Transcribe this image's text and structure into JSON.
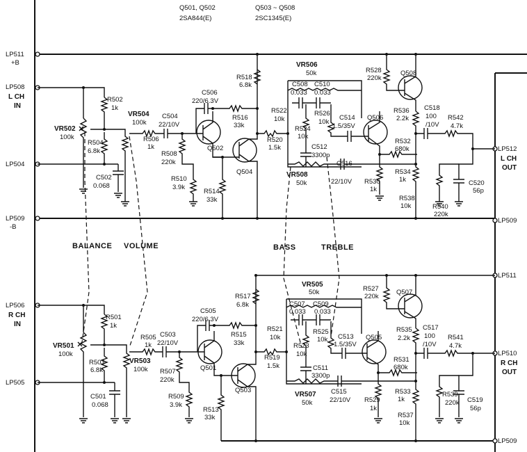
{
  "header": {
    "transistors_1": "Q501, Q502",
    "type_1": "2SA844(E)",
    "transistors_2": "Q503 ~ Q508",
    "type_2": "2SC1345(E)"
  },
  "terminals": {
    "lp511": "LP511",
    "plus_b": "+B",
    "lp508": "LP508",
    "l_ch": "L CH",
    "in": "IN",
    "lp504": "LP504",
    "lp509": "LP509",
    "minus_b": "-B",
    "lp506": "LP506",
    "r_ch": "R CH",
    "lp505": "LP505",
    "lp512": "LP512",
    "out": "OUT",
    "lp510": "LP510"
  },
  "sections": {
    "balance": "BALANCE",
    "volume": "VOLUME",
    "bass": "BASS",
    "treble": "TREBLE"
  },
  "left_components": {
    "r502": {
      "ref": "R502",
      "value": "1k"
    },
    "vr502": {
      "ref": "VR502",
      "value": "100k"
    },
    "vr504": {
      "ref": "VR504",
      "value": "100k"
    },
    "r504": {
      "ref": "R504",
      "value": "6.8k"
    },
    "c502": {
      "ref": "C502",
      "value": "0.068"
    },
    "r506": {
      "ref": "R506",
      "value": "1k"
    },
    "c504": {
      "ref": "C504",
      "value": "22/10V"
    },
    "r508": {
      "ref": "R508",
      "value": "220k"
    },
    "r510": {
      "ref": "R510",
      "value": "3.9k"
    },
    "c506": {
      "ref": "C506",
      "value": "220/6.3V"
    },
    "q502": {
      "ref": "Q502"
    },
    "r516": {
      "ref": "R516",
      "value": "33k"
    },
    "r514": {
      "ref": "R514",
      "value": "33k"
    },
    "q504": {
      "ref": "Q504"
    },
    "r518": {
      "ref": "R518",
      "value": "6.8k"
    },
    "r520": {
      "ref": "R520",
      "value": "1.5k"
    },
    "vr506": {
      "ref": "VR506",
      "value": "50k"
    },
    "c508": {
      "ref": "C508",
      "value": "0.033"
    },
    "c510": {
      "ref": "C510",
      "value": "0.033"
    },
    "r522": {
      "ref": "R522",
      "value": "10k"
    },
    "r526": {
      "ref": "R526",
      "value": "10k"
    },
    "r524": {
      "ref": "R524",
      "value": "10k"
    },
    "c512": {
      "ref": "C512",
      "value": "3300p"
    },
    "c514": {
      "ref": "C514",
      "value": "1.5/35V"
    },
    "c516": {
      "ref": "C516",
      "value": "22/10V"
    },
    "vr508": {
      "ref": "VR508",
      "value": "50k"
    },
    "q506": {
      "ref": "Q506"
    },
    "r528": {
      "ref": "R528",
      "value": "220k"
    },
    "q508": {
      "ref": "Q508"
    },
    "r536": {
      "ref": "R536",
      "value": "2.2k"
    },
    "r532": {
      "ref": "R532",
      "value": "680k"
    },
    "r534": {
      "ref": "R534",
      "value": "1k"
    },
    "r530": {
      "ref": "R530",
      "value": "1k"
    },
    "r538": {
      "ref": "R538",
      "value": "10k"
    },
    "c518": {
      "ref": "C518",
      "value_1": "100",
      "value_2": "/10V"
    },
    "r542": {
      "ref": "R542",
      "value": "4.7k"
    },
    "c520": {
      "ref": "C520",
      "value": "56p"
    },
    "r540": {
      "ref": "R540",
      "value": "220k"
    }
  },
  "right_components": {
    "r501": {
      "ref": "R501",
      "value": "1k"
    },
    "vr501": {
      "ref": "VR501",
      "value": "100k"
    },
    "r503": {
      "ref": "R503",
      "value": "6.8k"
    },
    "vr503": {
      "ref": "VR503",
      "value": "100k"
    },
    "c501": {
      "ref": "C501",
      "value": "0.068"
    },
    "r505": {
      "ref": "R505",
      "value": "1k"
    },
    "c503": {
      "ref": "C503",
      "value": "22/10V"
    },
    "r507": {
      "ref": "R507",
      "value": "220k"
    },
    "r509": {
      "ref": "R509",
      "value": "3.9k"
    },
    "c505": {
      "ref": "C505",
      "value": "220/6.3V"
    },
    "q501": {
      "ref": "Q501"
    },
    "r515": {
      "ref": "R515",
      "value": "33k"
    },
    "r513": {
      "ref": "R513",
      "value": "33k"
    },
    "q503": {
      "ref": "Q503"
    },
    "r517": {
      "ref": "R517",
      "value": "6.8k"
    },
    "r519": {
      "ref": "R519",
      "value": "1.5k"
    },
    "vr505": {
      "ref": "VR505",
      "value": "50k"
    },
    "c507": {
      "ref": "C507",
      "value": "0.033"
    },
    "c509": {
      "ref": "C509",
      "value": "0.033"
    },
    "r521": {
      "ref": "R521",
      "value": "10k"
    },
    "r525": {
      "ref": "R525",
      "value": "10k"
    },
    "r523": {
      "ref": "R523",
      "value": "10k"
    },
    "c511": {
      "ref": "C511",
      "value": "3300p"
    },
    "c513": {
      "ref": "C513",
      "value": "1.5/35V"
    },
    "c515": {
      "ref": "C515",
      "value": "22/10V"
    },
    "vr507": {
      "ref": "VR507",
      "value": "50k"
    },
    "q505": {
      "ref": "Q505"
    },
    "r527": {
      "ref": "R527",
      "value": "220k"
    },
    "q507": {
      "ref": "Q507"
    },
    "r535": {
      "ref": "R535",
      "value": "2.2k"
    },
    "r531": {
      "ref": "R531",
      "value": "680k"
    },
    "r533": {
      "ref": "R533",
      "value": "1k"
    },
    "r529": {
      "ref": "R529",
      "value": "1k"
    },
    "r537": {
      "ref": "R537",
      "value": "10k"
    },
    "c517": {
      "ref": "C517",
      "value_1": "100",
      "value_2": "/10V"
    },
    "r541": {
      "ref": "R541",
      "value": "4.7k"
    },
    "r539": {
      "ref": "R539",
      "value": "220k"
    },
    "c519": {
      "ref": "C519",
      "value": "56p"
    }
  }
}
